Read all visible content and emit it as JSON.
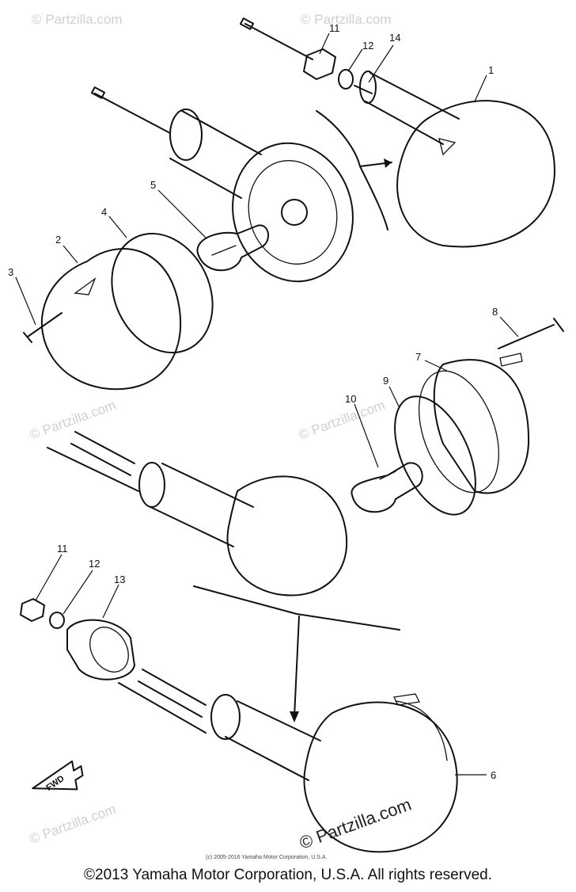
{
  "callouts": [
    "1",
    "2",
    "3",
    "4",
    "5",
    "6",
    "7",
    "8",
    "9",
    "10",
    "11",
    "12",
    "13",
    "14",
    "11",
    "12"
  ],
  "watermark": "© Partzilla.com",
  "fine_print": "(c) 2005-2016 Yamaha Motor Corporation, U.S.A.",
  "direction_label": "FWD",
  "copyright": "©2013 Yamaha Motor Corporation, U.S.A. All rights reserved."
}
